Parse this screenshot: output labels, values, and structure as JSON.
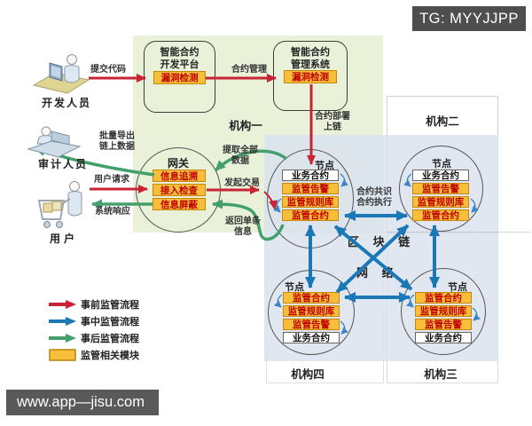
{
  "badges": {
    "tg": "TG: MYYJJPP",
    "site": "www.app—jisu.com"
  },
  "regions": {
    "org1": "机构一",
    "org2": "机构二",
    "org3": "机构三",
    "org4": "机构四",
    "blockchain_line1": "区 块 链",
    "blockchain_line2": "网 络"
  },
  "actors": {
    "developer": "开发人员",
    "auditor": "审计人员",
    "user": "用户"
  },
  "platforms": {
    "dev": {
      "title1": "智能合约",
      "title2": "开发平台",
      "module": "漏洞检测"
    },
    "mgmt": {
      "title1": "智能合约",
      "title2": "管理系统",
      "module": "漏洞检测"
    }
  },
  "gateway": {
    "title": "网关",
    "modules": [
      "信息追溯",
      "接入检查",
      "信息屏蔽"
    ]
  },
  "node_title": "节点",
  "nodes": {
    "n1": [
      "业务合约",
      "监管告警",
      "监管规则库",
      "监管合约"
    ],
    "n2": [
      "业务合约",
      "监管告警",
      "监管规则库",
      "监管合约"
    ],
    "n3": [
      "监管合约",
      "监管规则库",
      "监管告警",
      "业务合约"
    ],
    "n4": [
      "监管合约",
      "监管规则库",
      "监管告警",
      "业务合约"
    ]
  },
  "flows": {
    "submit_code": "提交代码",
    "contract_mgmt": "合约管理",
    "deploy_line1": "合约部署",
    "deploy_line2": "上链",
    "user_request": "用户请求",
    "system_response": "系统响应",
    "batch_export_line1": "批量导出",
    "batch_export_line2": "链上数据",
    "extract_all_line1": "提取全部",
    "extract_all_line2": "数据",
    "initiate_tx": "发起交易",
    "return_single_line1": "返回单条",
    "return_single_line2": "信息",
    "consensus_line1": "合约共识",
    "consensus_line2": "合约执行"
  },
  "legend": [
    {
      "type": "arrow",
      "color": "#c82433",
      "label": "事前监管流程"
    },
    {
      "type": "arrow",
      "color": "#1b78b6",
      "label": "事中监管流程"
    },
    {
      "type": "arrow",
      "color": "#43a06a",
      "label": "事后监管流程"
    },
    {
      "type": "box",
      "color": "#f9be39",
      "label": "监管相关模块"
    }
  ],
  "colors": {
    "pre_flow": "#c82433",
    "mid_flow": "#1b78b6",
    "post_flow": "#43a06a",
    "module_fill": "#f9be39",
    "module_border": "#c8860a",
    "module_text": "#c00000",
    "org1_bg": "#e9f1d9",
    "chain_bg": "#dbe3ee",
    "badge_bg": "#4e4e4e"
  }
}
